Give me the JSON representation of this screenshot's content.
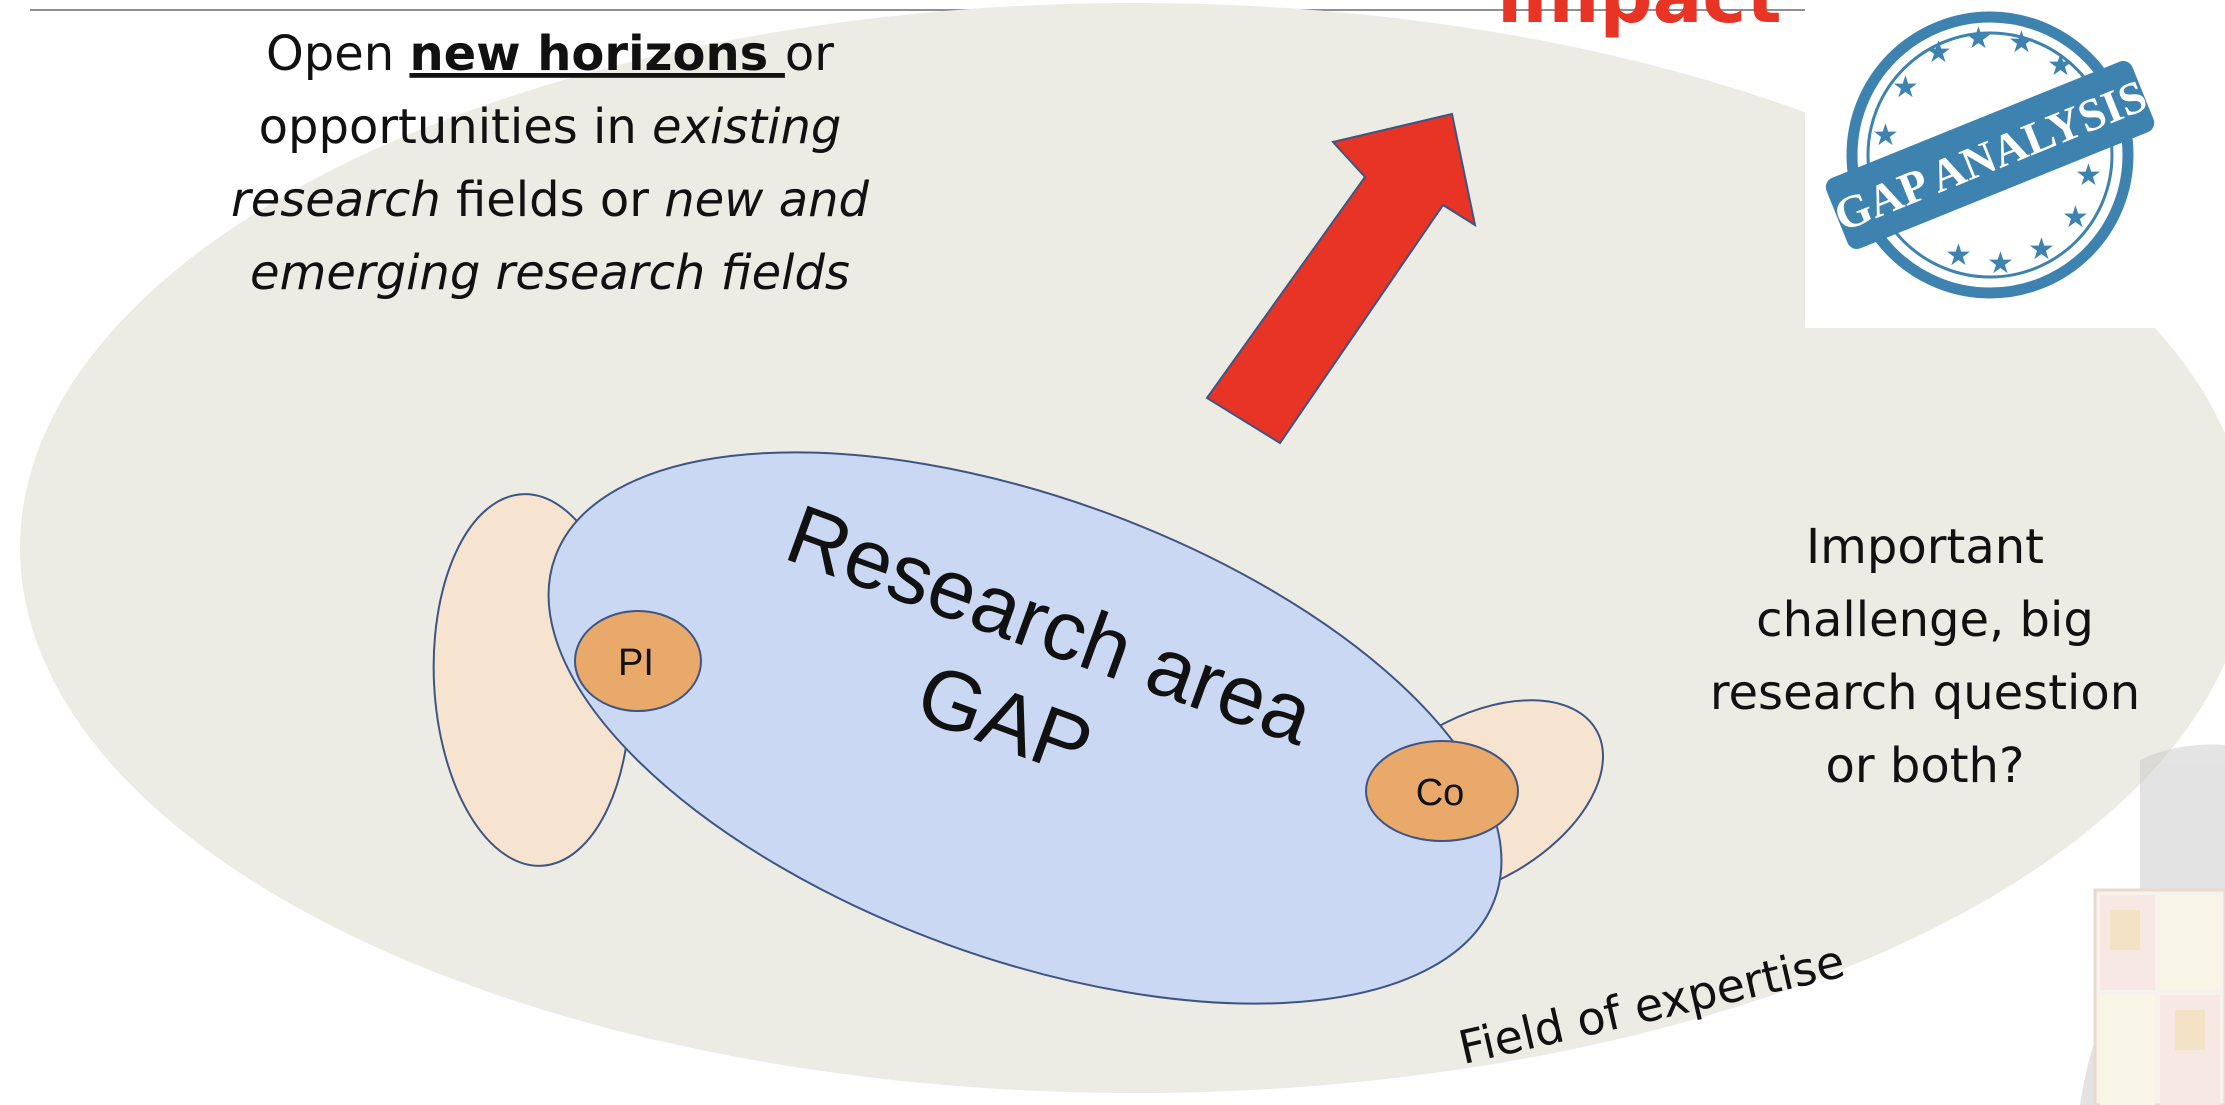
{
  "slide": {
    "title_partial": "impact",
    "top_left_text": {
      "prefix": "Open ",
      "highlight": "new horizons ",
      "line1_suffix": "or",
      "line2_plain": "opportunities in ",
      "line2_italic": "existing",
      "line3_italic": "research",
      "line3_plain": " fields or ",
      "line3_italic2": "new and",
      "line4_italic": "emerging research fields"
    },
    "right_text": {
      "line1": "Important",
      "line2": "challenge, big",
      "line3": "research question",
      "line4": "or both?"
    },
    "field_label": "Field of expertise",
    "research_area": {
      "line1": "Research area",
      "line2": "GAP"
    },
    "pi_label": "PI",
    "co_label": "Co",
    "stamp": {
      "text": "GAP ANALYSIS"
    }
  },
  "colors": {
    "outer_ellipse": "#ecebe4",
    "research_ellipse": "#cad8f3",
    "side_ellipse": "#f6e4d1",
    "node_fill": "#e9a96a",
    "arrow": "#e83424",
    "title": "#e83424",
    "stamp_blue": "#3e82b0",
    "outline": "#3e5583"
  }
}
